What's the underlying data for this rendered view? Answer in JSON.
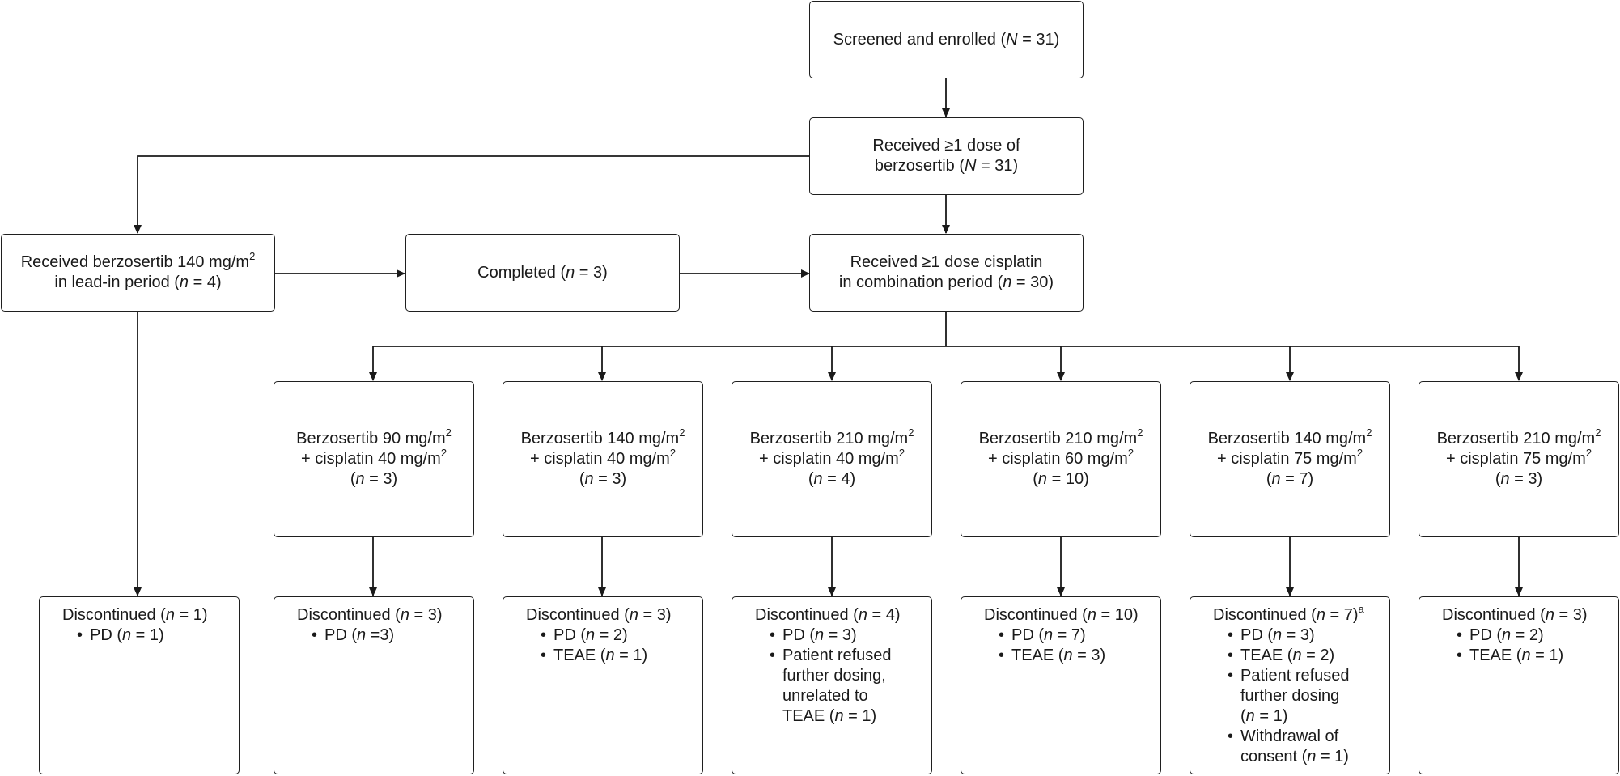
{
  "enrolled": {
    "text": "Screened and enrolled (",
    "var": "N",
    "rest": " = 31)"
  },
  "received_dose": {
    "line1": "Received ≥1 dose of",
    "line2a": "berzosertib (",
    "var": "N",
    "line2b": " = 31)"
  },
  "lead_in": {
    "line1a": "Received berzosertib 140 mg/m",
    "sup": "2",
    "line2a": "in lead-in period (",
    "var": "n",
    "line2b": " = 4)"
  },
  "completed": {
    "a": "Completed (",
    "var": "n",
    "b": " = 3)"
  },
  "combination": {
    "line1": "Received ≥1 dose cisplatin",
    "line2a": "in combination period (",
    "var": "n",
    "line2b": " = 30)"
  },
  "arms": [
    {
      "b": "Berzosertib 90 mg/m",
      "c": "+ cisplatin 40 mg/m",
      "sup": "2",
      "n": " = 3)"
    },
    {
      "b": "Berzosertib 140 mg/m",
      "c": "+ cisplatin 40 mg/m",
      "sup": "2",
      "n": " = 3)"
    },
    {
      "b": "Berzosertib 210 mg/m",
      "c": "+ cisplatin 40 mg/m",
      "sup": "2",
      "n": " = 4)"
    },
    {
      "b": "Berzosertib 210 mg/m",
      "c": "+ cisplatin 60 mg/m",
      "sup": "2",
      "n": " = 10)"
    },
    {
      "b": "Berzosertib 140 mg/m",
      "c": "+ cisplatin 75 mg/m",
      "sup": "2",
      "n": " = 7)"
    },
    {
      "b": "Berzosertib 210 mg/m",
      "c": "+ cisplatin 75 mg/m",
      "sup": "2",
      "n": " = 3)"
    }
  ],
  "n_open": "(",
  "n_var": "n",
  "bullet": "•",
  "disc": [
    {
      "head_a": "Discontinued (",
      "head_b": " = 1)",
      "head_sup": "",
      "items": [
        {
          "lines": [
            {
              "a": "PD (",
              "v": "n",
              "b": " = 1)"
            }
          ]
        }
      ]
    },
    {
      "head_a": "Discontinued (",
      "head_b": " = 3)",
      "head_sup": "",
      "items": [
        {
          "lines": [
            {
              "a": "PD (",
              "v": "n",
              "b": " =3)"
            }
          ]
        }
      ]
    },
    {
      "head_a": "Discontinued (",
      "head_b": " = 3)",
      "head_sup": "",
      "items": [
        {
          "lines": [
            {
              "a": "PD (",
              "v": "n",
              "b": " = 2)"
            }
          ]
        },
        {
          "lines": [
            {
              "a": "TEAE (",
              "v": "n",
              "b": " = 1)"
            }
          ]
        }
      ]
    },
    {
      "head_a": "Discontinued (",
      "head_b": " = 4)",
      "head_sup": "",
      "items": [
        {
          "lines": [
            {
              "a": "PD (",
              "v": "n",
              "b": " = 3)"
            }
          ]
        },
        {
          "lines": [
            {
              "a": "Patient refused"
            },
            {
              "a": "further dosing,"
            },
            {
              "a": "unrelated to"
            },
            {
              "a": "TEAE (",
              "v": "n",
              "b": " = 1)"
            }
          ]
        }
      ]
    },
    {
      "head_a": "Discontinued (",
      "head_b": " = 10)",
      "head_sup": "",
      "items": [
        {
          "lines": [
            {
              "a": "PD (",
              "v": "n",
              "b": " = 7)"
            }
          ]
        },
        {
          "lines": [
            {
              "a": "TEAE (",
              "v": "n",
              "b": " = 3)"
            }
          ]
        }
      ]
    },
    {
      "head_a": "Discontinued (",
      "head_b": " = 7)",
      "head_sup": "a",
      "items": [
        {
          "lines": [
            {
              "a": "PD (",
              "v": "n",
              "b": " = 3)"
            }
          ]
        },
        {
          "lines": [
            {
              "a": "TEAE (",
              "v": "n",
              "b": " = 2)"
            }
          ]
        },
        {
          "lines": [
            {
              "a": "Patient refused"
            },
            {
              "a": "further dosing"
            },
            {
              "a": "(",
              "v": "n",
              "b": " = 1)"
            }
          ]
        },
        {
          "lines": [
            {
              "a": "Withdrawal of"
            },
            {
              "a": "consent (",
              "v": "n",
              "b": " = 1)"
            }
          ]
        }
      ]
    },
    {
      "head_a": "Discontinued (",
      "head_b": " = 3)",
      "head_sup": "",
      "items": [
        {
          "lines": [
            {
              "a": "PD (",
              "v": "n",
              "b": " = 2)"
            }
          ]
        },
        {
          "lines": [
            {
              "a": "TEAE (",
              "v": "n",
              "b": " = 1)"
            }
          ]
        }
      ]
    }
  ]
}
